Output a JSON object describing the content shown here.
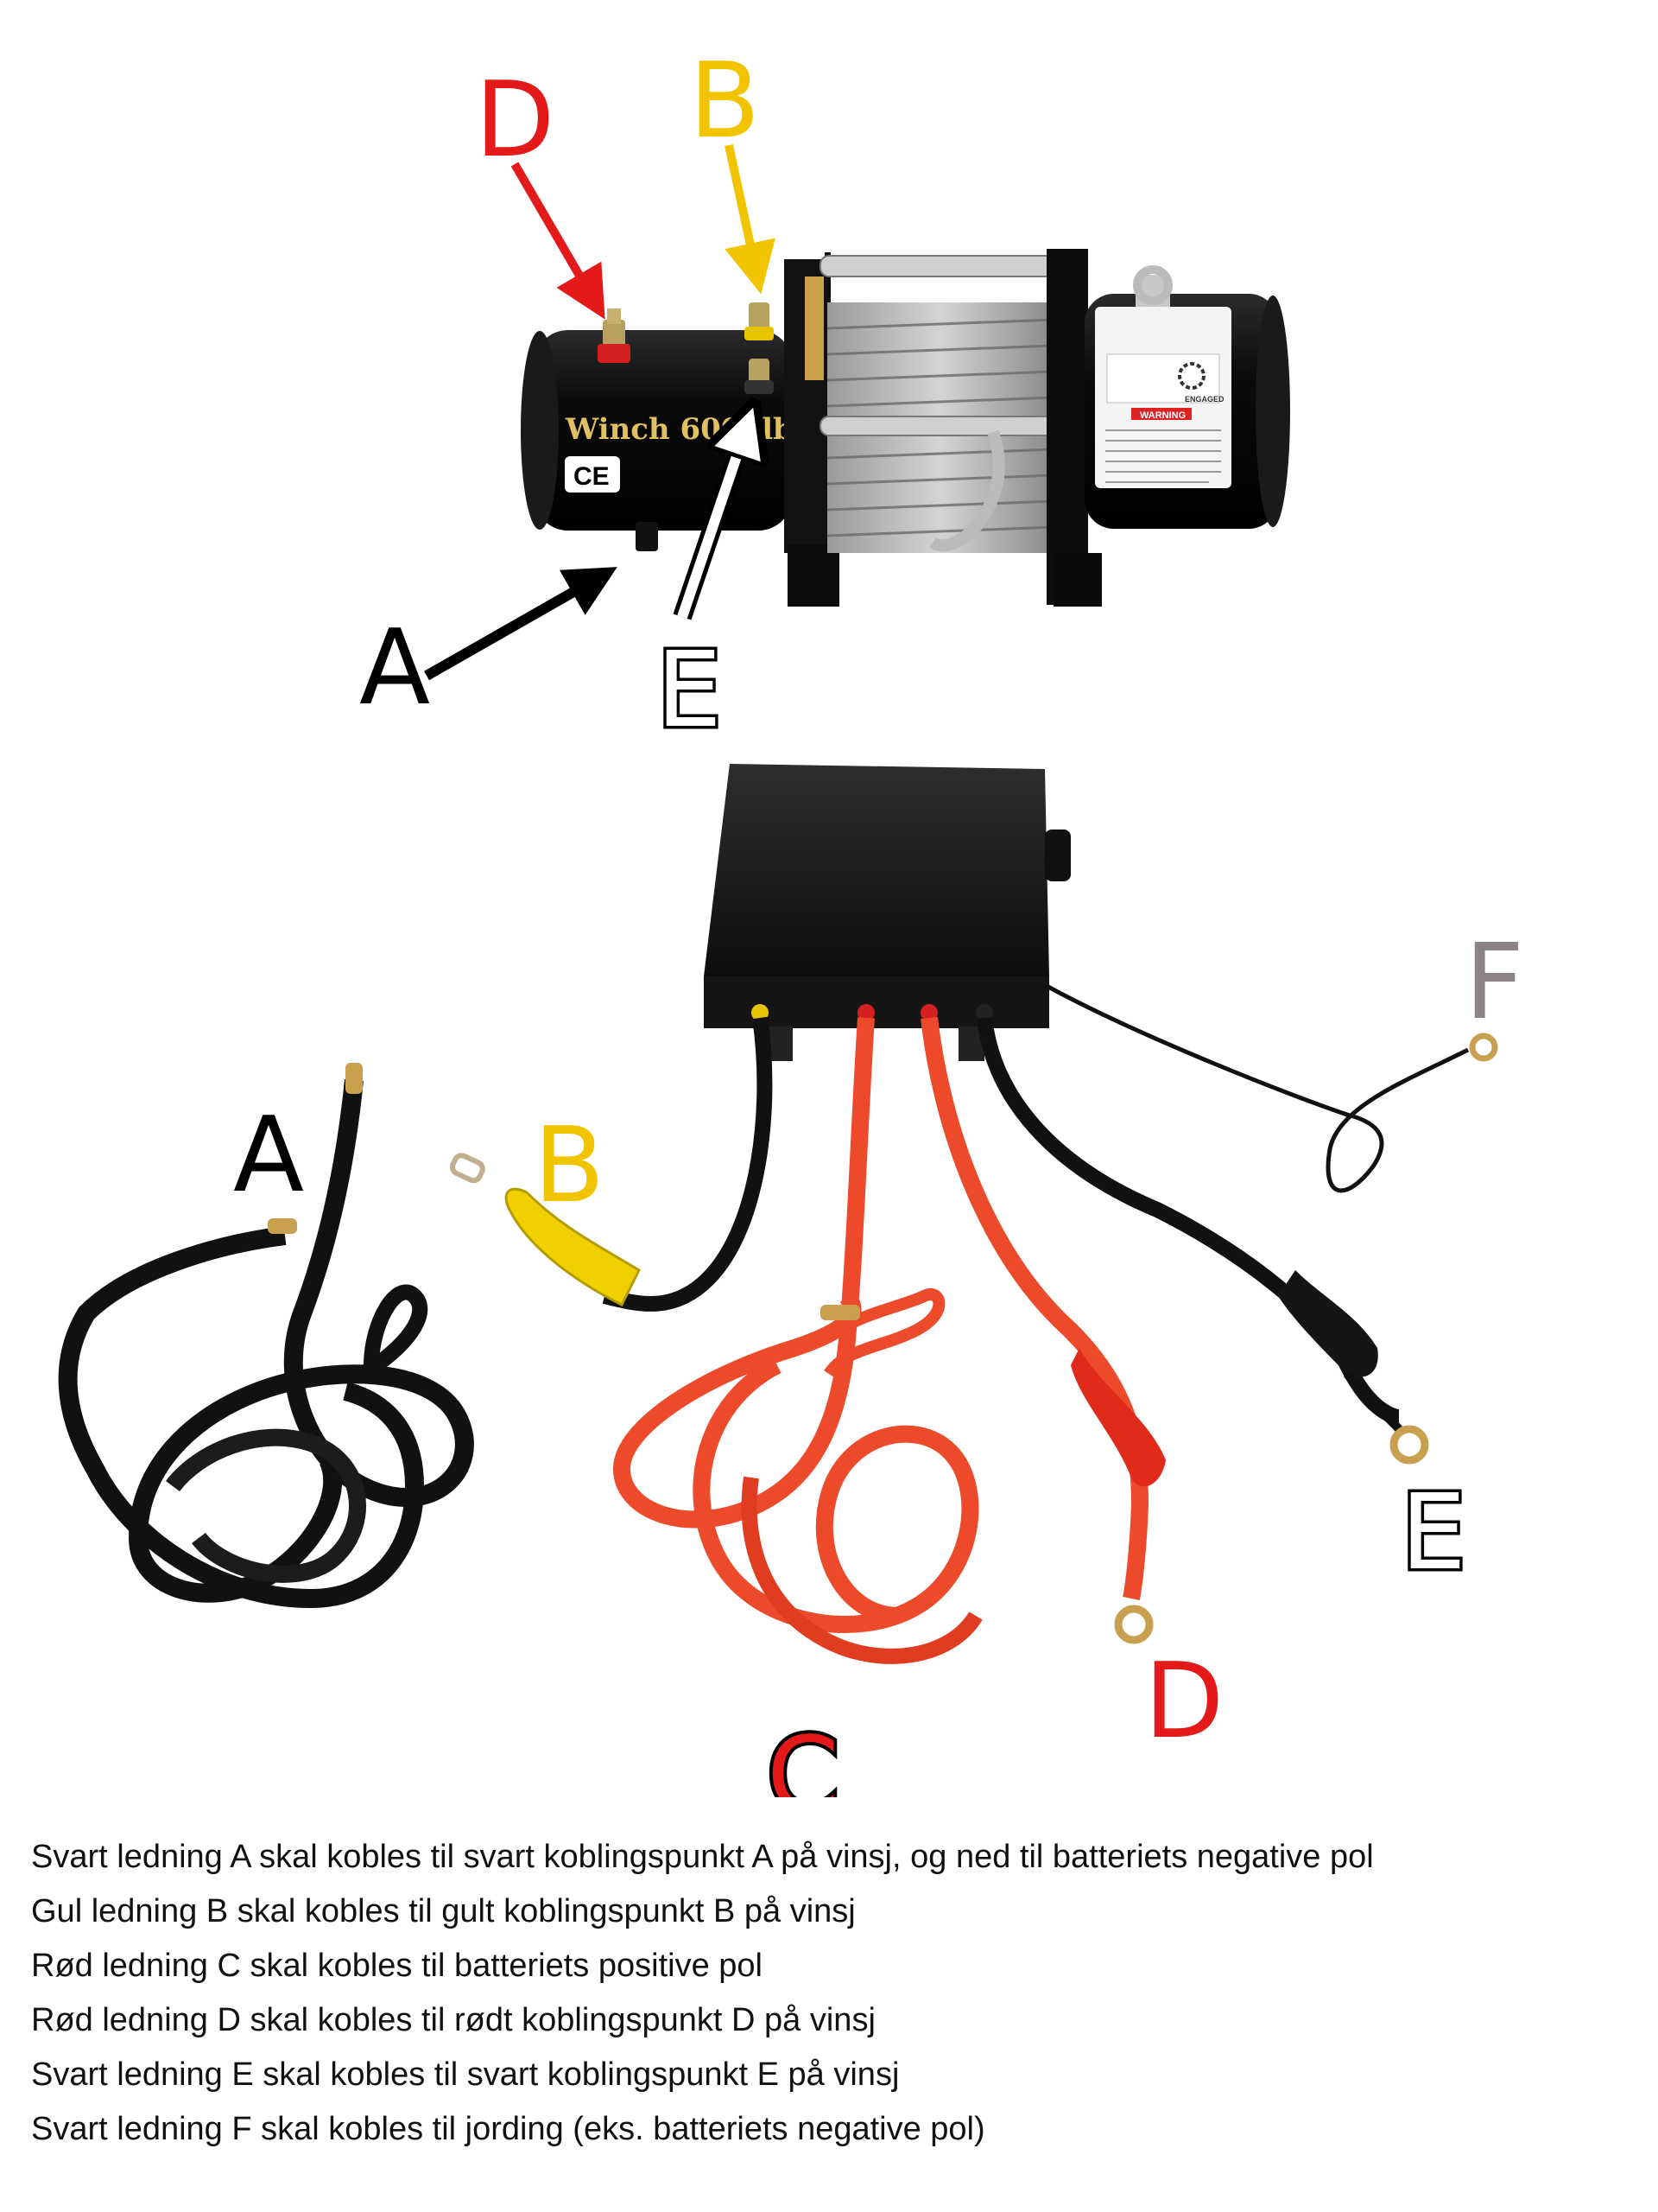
{
  "labels": {
    "top": {
      "D": "D",
      "B": "B",
      "A": "A",
      "E": "E"
    },
    "bottom": {
      "A": "A",
      "B": "B",
      "C": "C",
      "D": "D",
      "E": "E",
      "F": "F"
    }
  },
  "winch": {
    "brand_text": "Winch 6000lb",
    "ce_mark": "CE",
    "warning_title": "WARNING",
    "engaged_text": "ENGAGED"
  },
  "colors": {
    "black_label": "#000000",
    "yellow_label": "#f2c400",
    "red_label": "#e41a1a",
    "gray_label": "#8c8484",
    "red_cable": "#ec4a2a",
    "black_cable": "#111111"
  },
  "instructions": [
    "Svart ledning A skal kobles til svart koblingspunkt A på vinsj, og ned til batteriets negative pol",
    "Gul ledning B skal kobles til gult koblingspunkt B på vinsj",
    "Rød ledning C skal kobles til batteriets positive pol",
    "Rød ledning D skal kobles til rødt koblingspunkt D på vinsj",
    "Svart ledning E skal kobles til svart koblingspunkt E på vinsj",
    "Svart ledning F skal kobles til jording (eks. batteriets negative pol)"
  ]
}
